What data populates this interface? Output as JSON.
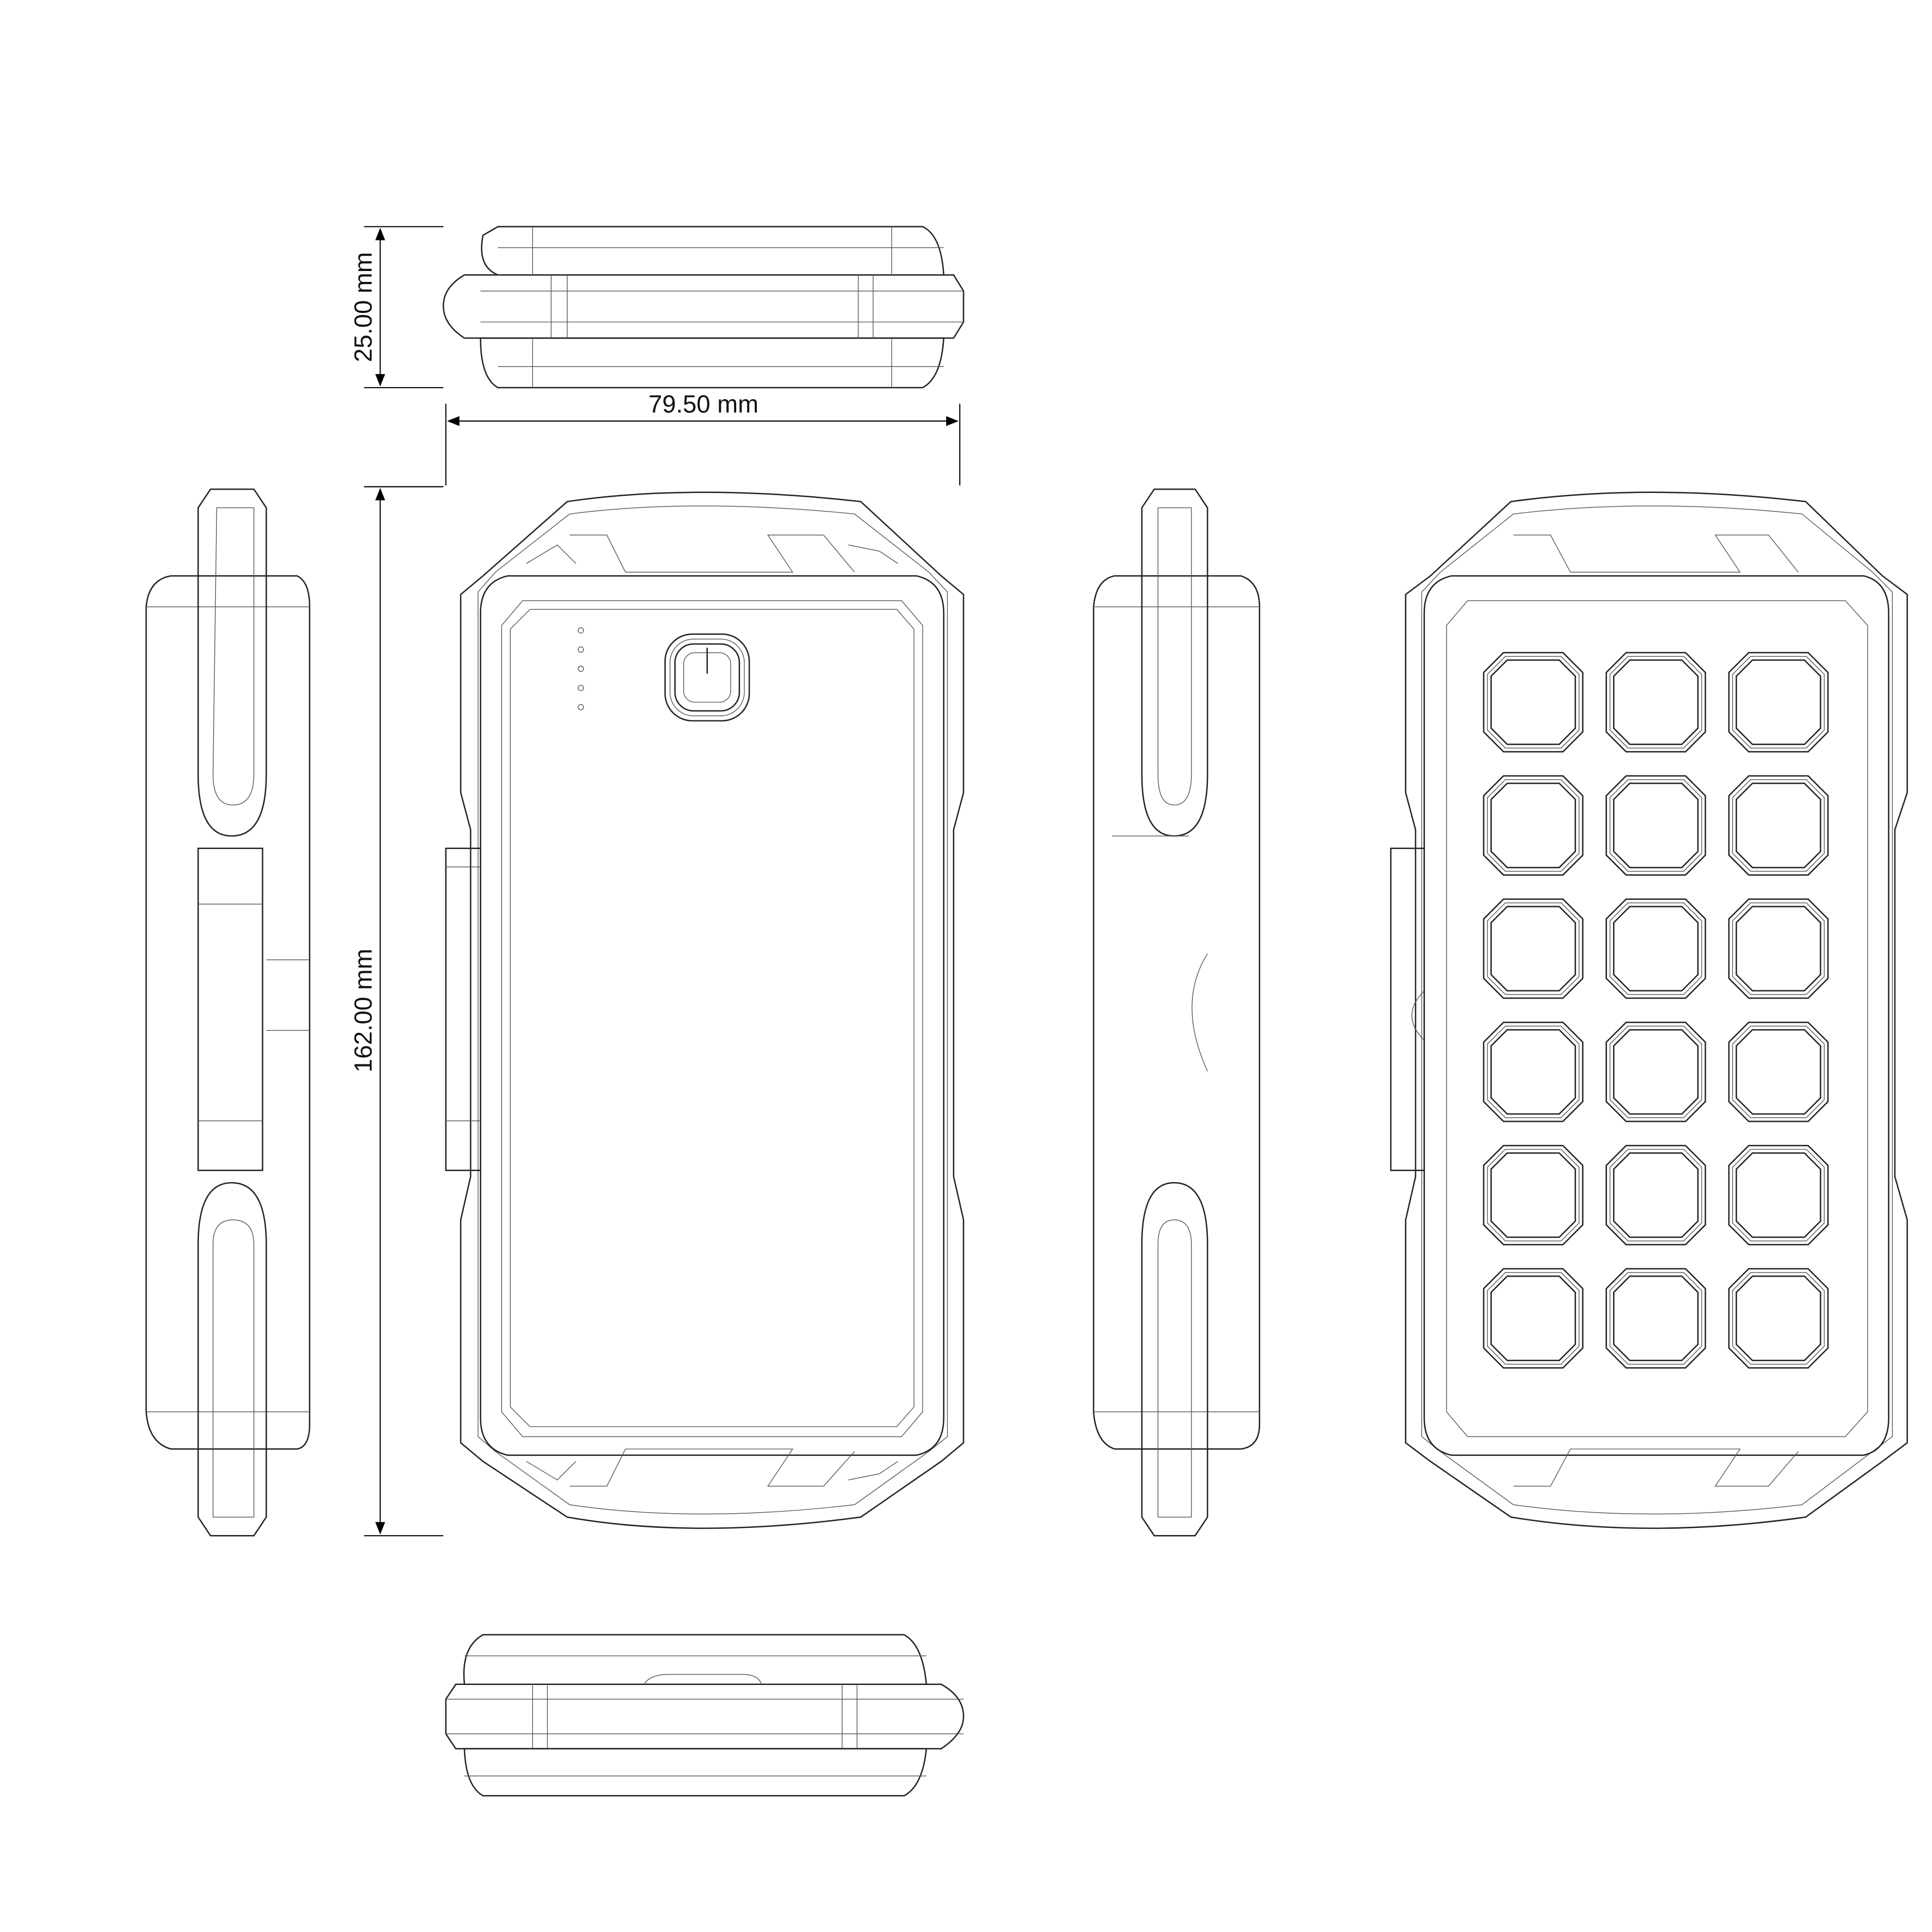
{
  "dimensions": {
    "thickness": "25.00 mm",
    "width": "79.50 mm",
    "height": "162.00 mm"
  },
  "front_view": {
    "led_indicator_count": 5,
    "power_button": "power-icon"
  },
  "back_view": {
    "solar_cell_rows": 6,
    "solar_cell_columns": 3
  },
  "colors": {
    "line": "#222222",
    "background": "#ffffff"
  }
}
